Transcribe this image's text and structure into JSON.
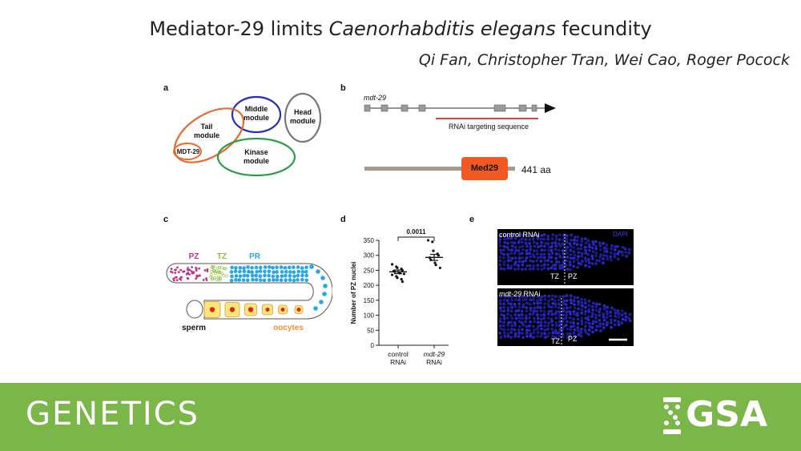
{
  "header": {
    "title_prefix": "Mediator-29 limits ",
    "title_italic": "Caenorhabditis elegans",
    "title_suffix": " fecundity",
    "authors": "Qi Fan, Christopher Tran, Wei Cao, Roger Pocock"
  },
  "panel_a": {
    "letter": "a",
    "tail_line1": "Tail",
    "tail_line2": "module",
    "middle_line1": "Middle",
    "middle_line2": "module",
    "head_line1": "Head",
    "head_line2": "module",
    "kinase_line1": "Kinase",
    "kinase_line2": "module",
    "mdt": "MDT-29",
    "colors": {
      "tail": "#e8692d",
      "middle": "#2a2fb8",
      "head": "#777777",
      "kinase": "#2e9b4a"
    }
  },
  "panel_b": {
    "letter": "b",
    "gene": "mdt-29",
    "rnai_label": "RNAi targeting sequence",
    "domain_label": "Med29",
    "length": "441 aa",
    "colors": {
      "exon": "#999999",
      "rnai": "#d62728",
      "domain": "#f05a22",
      "protein": "#a89a8a"
    }
  },
  "panel_c": {
    "letter": "c",
    "pz": "PZ",
    "tz": "TZ",
    "pr": "PR",
    "sperm": "sperm",
    "oocytes": "oocytes",
    "colors": {
      "pz": "#c0358a",
      "tz": "#8bbf3e",
      "pr": "#29a8e0",
      "oocytes": "#f0902e",
      "oocyte_fill": "#f9e77a",
      "nucleus": "#e2231a"
    }
  },
  "panel_d": {
    "letter": "d",
    "chart_data": {
      "type": "scatter",
      "ylabel": "Number of PZ nuclei",
      "ylim": [
        0,
        350
      ],
      "yticks": [
        0,
        50,
        100,
        150,
        200,
        250,
        300,
        350
      ],
      "categories": [
        {
          "line1": "control",
          "line2": "RNAi",
          "italic": false
        },
        {
          "line1": "mdt-29",
          "line2": "RNAi",
          "italic": true
        }
      ],
      "series": [
        {
          "values": [
            270,
            262,
            258,
            255,
            250,
            248,
            245,
            243,
            240,
            238,
            235,
            230,
            225,
            220,
            212
          ]
        },
        {
          "values": [
            350,
            345,
            315,
            305,
            300,
            292,
            285,
            275,
            268,
            258
          ]
        }
      ],
      "means": [
        245,
        293
      ],
      "sem": [
        6,
        10
      ],
      "pvalue": "0.0011"
    }
  },
  "panel_e": {
    "letter": "e",
    "top_label": "control RNAi",
    "bottom_label_italic": "mdt-29",
    "bottom_label_suffix": " RNAi",
    "dapi": "DAPI",
    "tz": "TZ",
    "pz": "PZ",
    "colors": {
      "nuclei": "#2b2bd6",
      "bg": "#000000"
    }
  },
  "footer": {
    "journal": "GENETICS",
    "society": "GSA",
    "color": "#7ab648"
  }
}
